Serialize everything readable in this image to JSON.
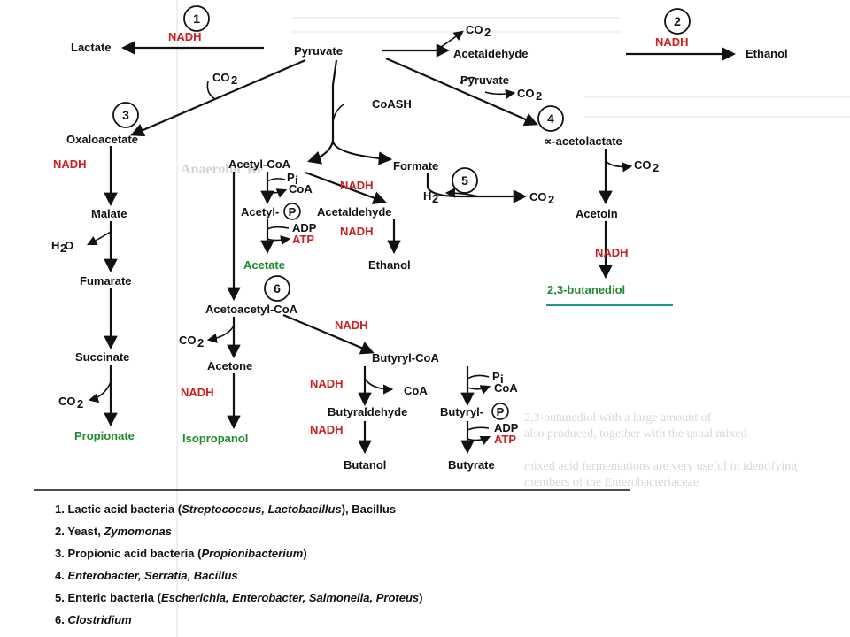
{
  "pathway_numbers": {
    "n1": "1",
    "n2": "2",
    "n3": "3",
    "n4": "4",
    "n5": "5",
    "n6": "6"
  },
  "labels": {
    "pyruvate": "Pyruvate",
    "lactate": "Lactate",
    "nadh_1": "NADH",
    "co2_top": "CO",
    "acetaldehyde_top": "Acetaldehyde",
    "nadh_2": "NADH",
    "ethanol_top": "Ethanol",
    "co2_left": "CO",
    "coash": "CoASH",
    "pyruvate_4": "Pyruvate",
    "co2_4": "CO",
    "oxaloacetate": "Oxaloacetate",
    "nadh_3": "NADH",
    "malate": "Malate",
    "h2o": "H",
    "h2o_o": "O",
    "fumarate": "Fumarate",
    "succinate": "Succinate",
    "co2_prop": "CO",
    "propionate": "Propionate",
    "acetyl_coa": "Acetyl-CoA",
    "pi_1": "P",
    "pi_1_sub": "i",
    "coa_1": "CoA",
    "acetyl_p": "Acetyl-",
    "p_circle_1": "P",
    "adp_1": "ADP",
    "atp_1": "ATP",
    "acetate": "Acetate",
    "nadh_acetald": "NADH",
    "acetaldehyde_mid": "Acetaldehyde",
    "nadh_ethanol": "NADH",
    "ethanol_mid": "Ethanol",
    "formate": "Formate",
    "h2": "H",
    "co2_5": "CO",
    "acetolactate": "∝-acetolactate",
    "co2_acetoin": "CO",
    "acetoin": "Acetoin",
    "nadh_4": "NADH",
    "butanediol": "2,3-butanediol",
    "acetoacetyl_coa": "Acetoacetyl-CoA",
    "co2_acetone": "CO",
    "acetone": "Acetone",
    "nadh_iso": "NADH",
    "isopropanol": "Isopropanol",
    "nadh_butyryl": "NADH",
    "butyryl_coa": "Butyryl-CoA",
    "nadh_butyrald": "NADH",
    "coa_2": "CoA",
    "butyraldehyde": "Butyraldehyde",
    "pi_2": "P",
    "pi_2_sub": "i",
    "coa_3": "CoA",
    "butyryl_p": "Butyryl-",
    "p_circle_2": "P",
    "nadh_butanol": "NADH",
    "butanol": "Butanol",
    "adp_2": "ADP",
    "atp_2": "ATP",
    "butyrate": "Butyrate",
    "sub2": "2"
  },
  "legend": {
    "l1_a": "1. Lactic acid bacteria (",
    "l1_b": "Streptococcus, Lactobacillus",
    "l1_c": "), ",
    "l1_d": "Bacillus",
    "l2_a": "2. Yeast, ",
    "l2_b": "Zymomonas",
    "l3_a": "3. Propionic acid bacteria (",
    "l3_b": "Propionibacterium",
    "l3_c": ")",
    "l4_a": "4. ",
    "l4_b": "Enterobacter, Serratia, Bacillus",
    "l5_a": "5. Enteric bacteria (",
    "l5_b": "Escherichia, Enterobacter, Salmonella, Proteus",
    "l5_c": ")",
    "l6_a": "6. ",
    "l6_b": "Clostridium"
  },
  "background_text": {
    "left_1": "Anaerobic Re",
    "right_1": "2,3-butanediol with a large amount of",
    "right_2": "also produced, together with the usual mixed",
    "right_3": "mixed acid fermentations are very useful in identifying",
    "right_4": "members of the Enterobacteriaceae"
  },
  "colors": {
    "nadh": "#cc1f1f",
    "product": "#1f8a2e",
    "underline": "#1a9a8a"
  }
}
